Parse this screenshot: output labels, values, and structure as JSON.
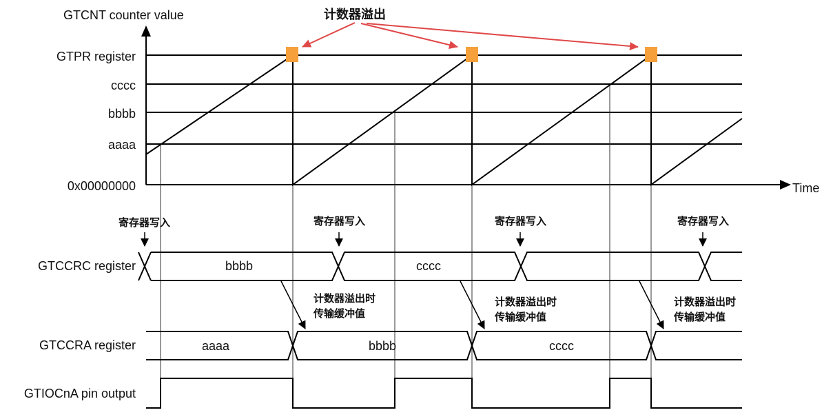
{
  "counter_chart": {
    "y_axis_title": "GTCNT counter value",
    "x_axis_title": "Time",
    "level_labels": {
      "gtpr": "GTPR register",
      "cccc": "cccc",
      "bbbb": "bbbb",
      "aaaa": "aaaa",
      "zero": "0x00000000"
    },
    "overflow_label": "计数器溢出"
  },
  "register_write_labels": [
    "寄存器写入",
    "寄存器写入",
    "寄存器写入",
    "寄存器写入"
  ],
  "gtccrc": {
    "label": "GTCCRC register",
    "values": [
      "bbbb",
      "cccc"
    ]
  },
  "transfer_notes": [
    {
      "line1": "计数器溢出时",
      "line2": "传输缓冲值"
    },
    {
      "line1": "计数器溢出时",
      "line2": "传输缓冲值"
    },
    {
      "line1": "计数器溢出时",
      "line2": "传输缓冲值"
    }
  ],
  "gtccra": {
    "label": "GTCCRA register",
    "values": [
      "aaaa",
      "bbbb",
      "cccc"
    ]
  },
  "pin_output": {
    "label": "GTIOCnA pin output"
  },
  "colors": {
    "overflow_marker": "#f5a03a",
    "overflow_arrow": "#e04848",
    "waveform": "#000000"
  }
}
